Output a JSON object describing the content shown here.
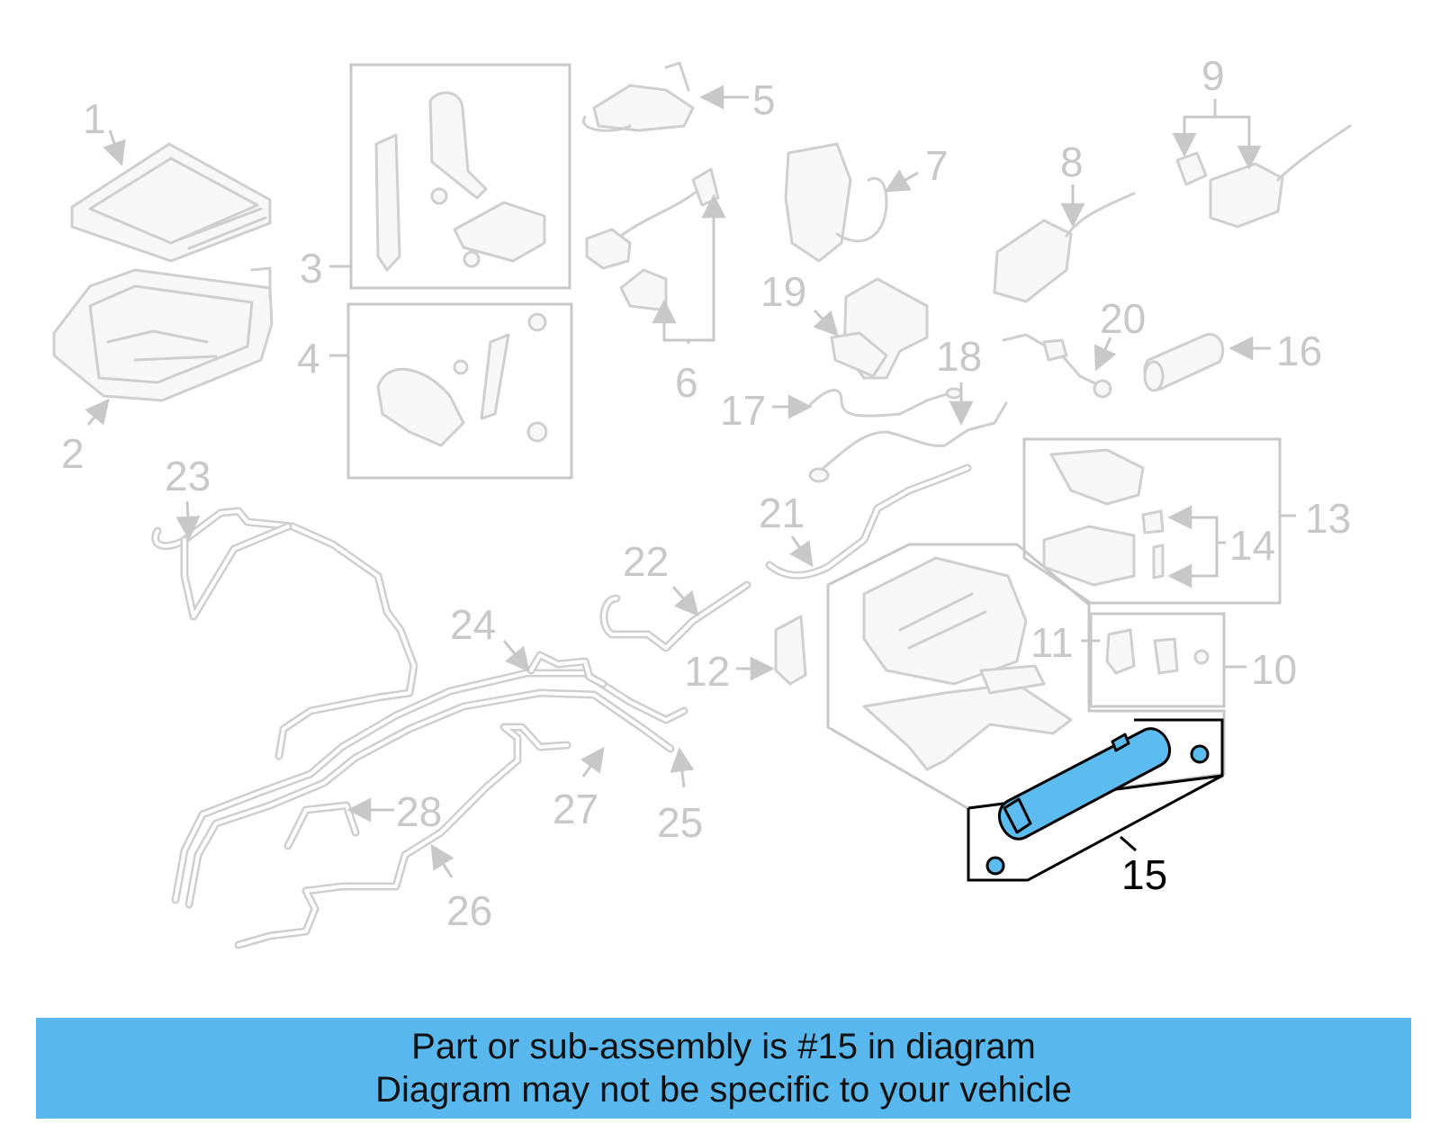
{
  "diagram": {
    "callouts": [
      {
        "id": "1",
        "label": "1"
      },
      {
        "id": "2",
        "label": "2"
      },
      {
        "id": "3",
        "label": "3"
      },
      {
        "id": "4",
        "label": "4"
      },
      {
        "id": "5",
        "label": "5"
      },
      {
        "id": "6",
        "label": "6"
      },
      {
        "id": "7",
        "label": "7"
      },
      {
        "id": "8",
        "label": "8"
      },
      {
        "id": "9",
        "label": "9"
      },
      {
        "id": "10",
        "label": "10"
      },
      {
        "id": "11",
        "label": "11"
      },
      {
        "id": "12",
        "label": "12"
      },
      {
        "id": "13",
        "label": "13"
      },
      {
        "id": "14",
        "label": "14"
      },
      {
        "id": "15",
        "label": "15"
      },
      {
        "id": "16",
        "label": "16"
      },
      {
        "id": "17",
        "label": "17"
      },
      {
        "id": "18",
        "label": "18"
      },
      {
        "id": "19",
        "label": "19"
      },
      {
        "id": "20",
        "label": "20"
      },
      {
        "id": "21",
        "label": "21"
      },
      {
        "id": "22",
        "label": "22"
      },
      {
        "id": "23",
        "label": "23"
      },
      {
        "id": "24",
        "label": "24"
      },
      {
        "id": "25",
        "label": "25"
      },
      {
        "id": "26",
        "label": "26"
      },
      {
        "id": "27",
        "label": "27"
      },
      {
        "id": "28",
        "label": "28"
      }
    ],
    "highlighted_part": "15",
    "colors": {
      "highlight_fill": "#5cbcf0",
      "highlight_outline": "#000000",
      "muted_line": "#cfcfcf",
      "banner_background": "#58b8ee"
    }
  },
  "banner": {
    "line1": "Part or sub-assembly is #15 in diagram",
    "line2": "Diagram may not be specific to your vehicle"
  }
}
